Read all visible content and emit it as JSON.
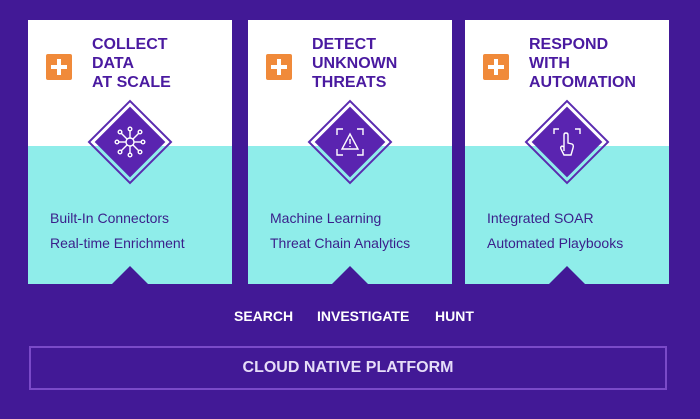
{
  "cards": [
    {
      "title_lines": [
        "COLLECT",
        "DATA",
        "AT SCALE"
      ],
      "icon": "network-hub-icon",
      "features": [
        "Built-In Connectors",
        "Real-time Enrichment"
      ]
    },
    {
      "title_lines": [
        "DETECT",
        "UNKNOWN",
        "THREATS"
      ],
      "icon": "warning-scan-icon",
      "features": [
        "Machine Learning",
        "Threat Chain Analytics"
      ]
    },
    {
      "title_lines": [
        "RESPOND",
        "WITH",
        "AUTOMATION"
      ],
      "icon": "touch-gesture-icon",
      "features": [
        "Integrated SOAR",
        "Automated Playbooks"
      ]
    }
  ],
  "actions": [
    "SEARCH",
    "INVESTIGATE",
    "HUNT"
  ],
  "platform_label": "CLOUD NATIVE PLATFORM",
  "colors": {
    "background": "#421996",
    "card_top": "#ffffff",
    "card_bottom": "#8fedea",
    "accent_orange": "#f08a3a",
    "title_purple": "#4a1aa0"
  }
}
